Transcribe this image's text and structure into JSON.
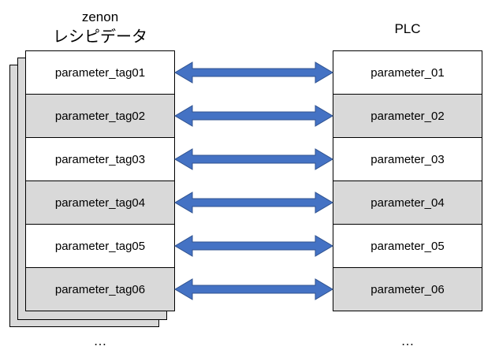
{
  "zenon": {
    "title": "zenon",
    "subtitle": "レシピデータ",
    "rows": [
      {
        "label": "parameter_tag01",
        "shaded": false
      },
      {
        "label": "parameter_tag02",
        "shaded": true
      },
      {
        "label": "parameter_tag03",
        "shaded": false
      },
      {
        "label": "parameter_tag04",
        "shaded": true
      },
      {
        "label": "parameter_tag05",
        "shaded": false
      },
      {
        "label": "parameter_tag06",
        "shaded": true
      }
    ],
    "ellipsis": "…"
  },
  "plc": {
    "title": "PLC",
    "rows": [
      {
        "label": "parameter_01",
        "shaded": false
      },
      {
        "label": "parameter_02",
        "shaded": true
      },
      {
        "label": "parameter_03",
        "shaded": false
      },
      {
        "label": "parameter_04",
        "shaded": true
      },
      {
        "label": "parameter_05",
        "shaded": false
      },
      {
        "label": "parameter_06",
        "shaded": true
      }
    ],
    "ellipsis": "…"
  },
  "colors": {
    "arrow_fill": "#4472c4",
    "arrow_stroke": "#2f528f",
    "shaded_row": "#d9d9d9"
  }
}
